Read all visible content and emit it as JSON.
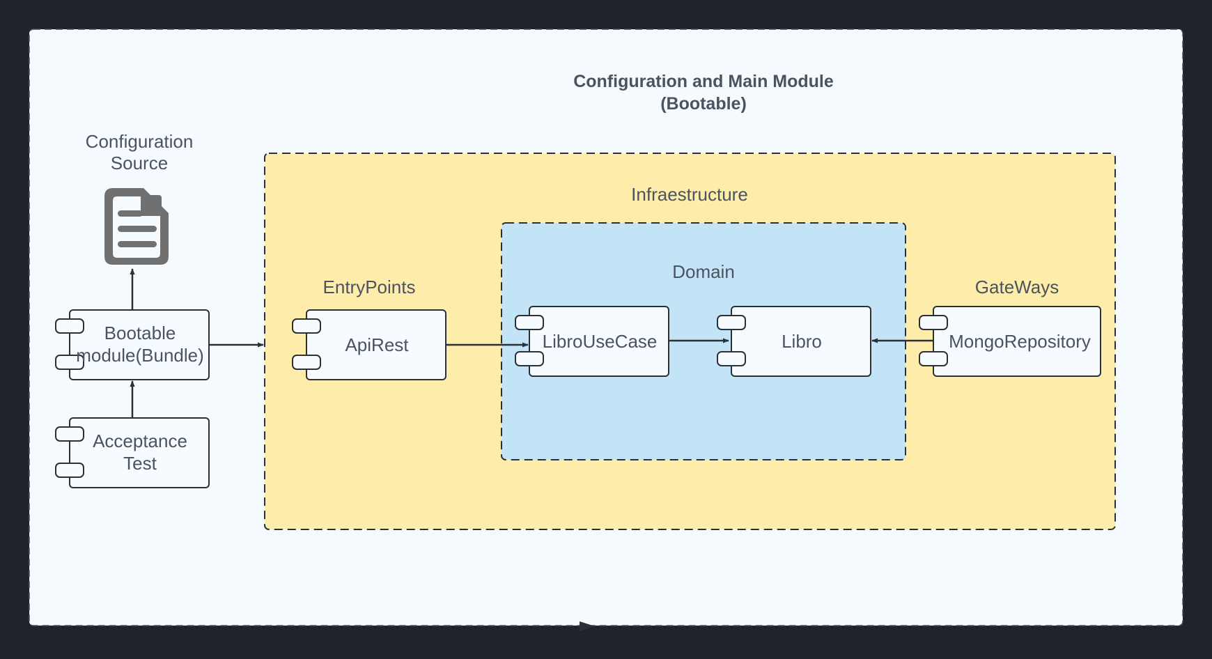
{
  "diagram": {
    "title_line1": "Configuration and Main Module",
    "title_line2": "(Bootable)",
    "groups": {
      "config_source_line1": "Configuration",
      "config_source_line2": "Source",
      "infraestructure": "Infraestructure",
      "domain": "Domain",
      "entrypoints": "EntryPoints",
      "gateways": "GateWays"
    },
    "components": {
      "bootable_line1": "Bootable",
      "bootable_line2": "module(Bundle)",
      "acceptance_line1": "Acceptance",
      "acceptance_line2": "Test",
      "apirest": "ApiRest",
      "librousecase": "LibroUseCase",
      "libro": "Libro",
      "mongorepository": "MongoRepository"
    },
    "icons": {
      "config_file": "document-icon"
    },
    "colors": {
      "canvas_bg": "#20232b",
      "outer_fill": "#f5faff",
      "infra_fill": "#feedaa",
      "domain_fill": "#c2e4f6",
      "component_fill": "#f6fbff",
      "stroke": "#2b2f36",
      "icon": "#707070"
    }
  }
}
